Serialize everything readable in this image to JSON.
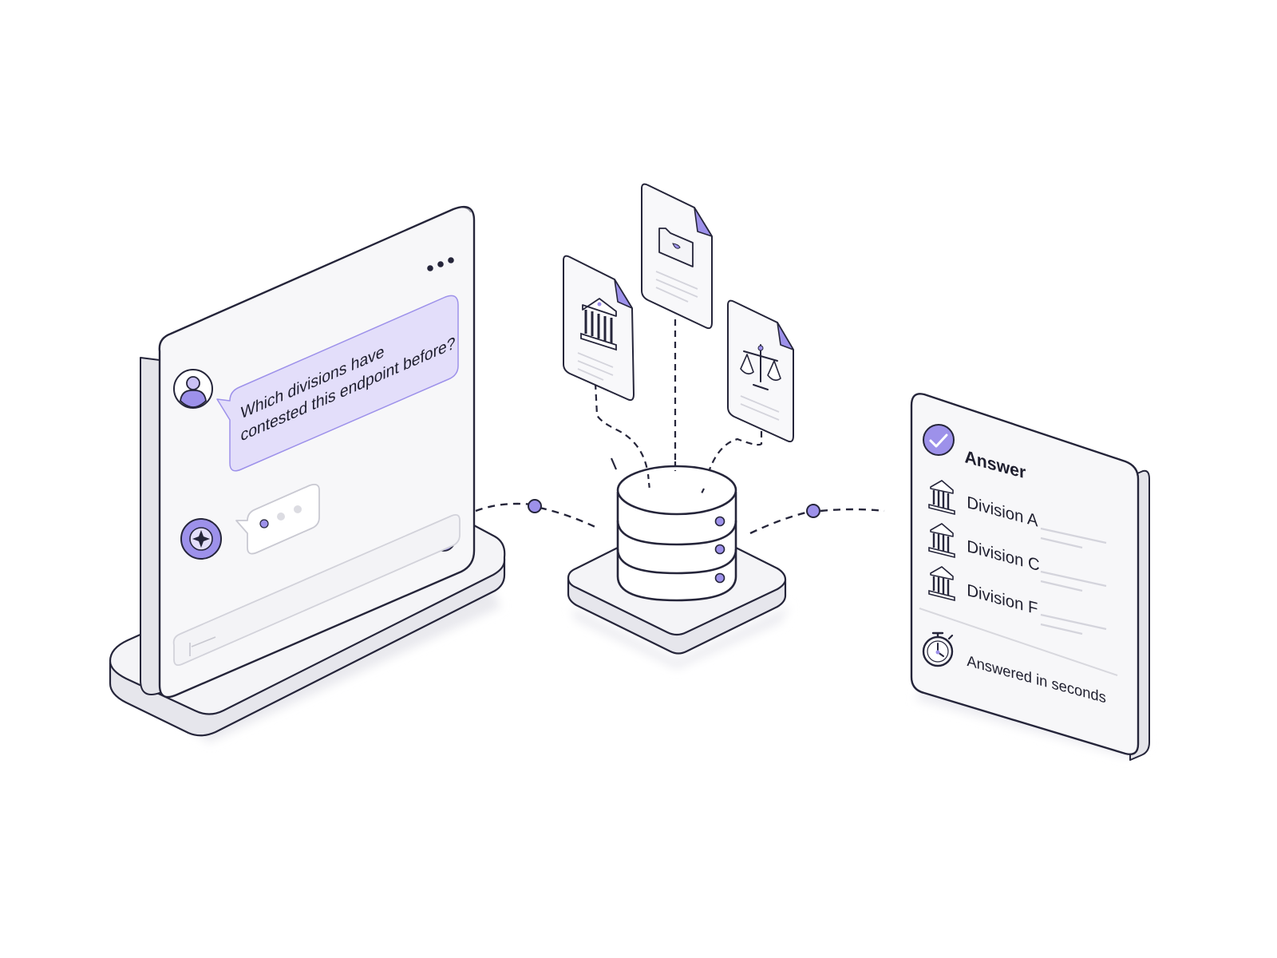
{
  "chat": {
    "question_line1": "Which divisions have",
    "question_line2": "contested this endpoint before?"
  },
  "answer": {
    "title": "Answer",
    "items": [
      "Division A",
      "Division C",
      "Division F"
    ],
    "footer": "Answered in seconds"
  },
  "icons": {
    "menu": "more-dots-icon",
    "user": "user-avatar-icon",
    "assistant": "ai-sparkle-icon",
    "send": "send-arrow-icon",
    "doc_left": "bank-building-icon",
    "doc_center": "folder-icon",
    "doc_right": "scales-of-justice-icon",
    "database": "database-cylinder-icon",
    "check": "check-circle-icon",
    "division": "bank-building-icon",
    "timer": "stopwatch-icon"
  },
  "colors": {
    "accent": "#9d91ea",
    "accent_light": "#e3defa",
    "outline": "#25253a",
    "panel": "#f7f7f9",
    "base": "#f3f3f6",
    "muted_line": "#d7d7de"
  }
}
